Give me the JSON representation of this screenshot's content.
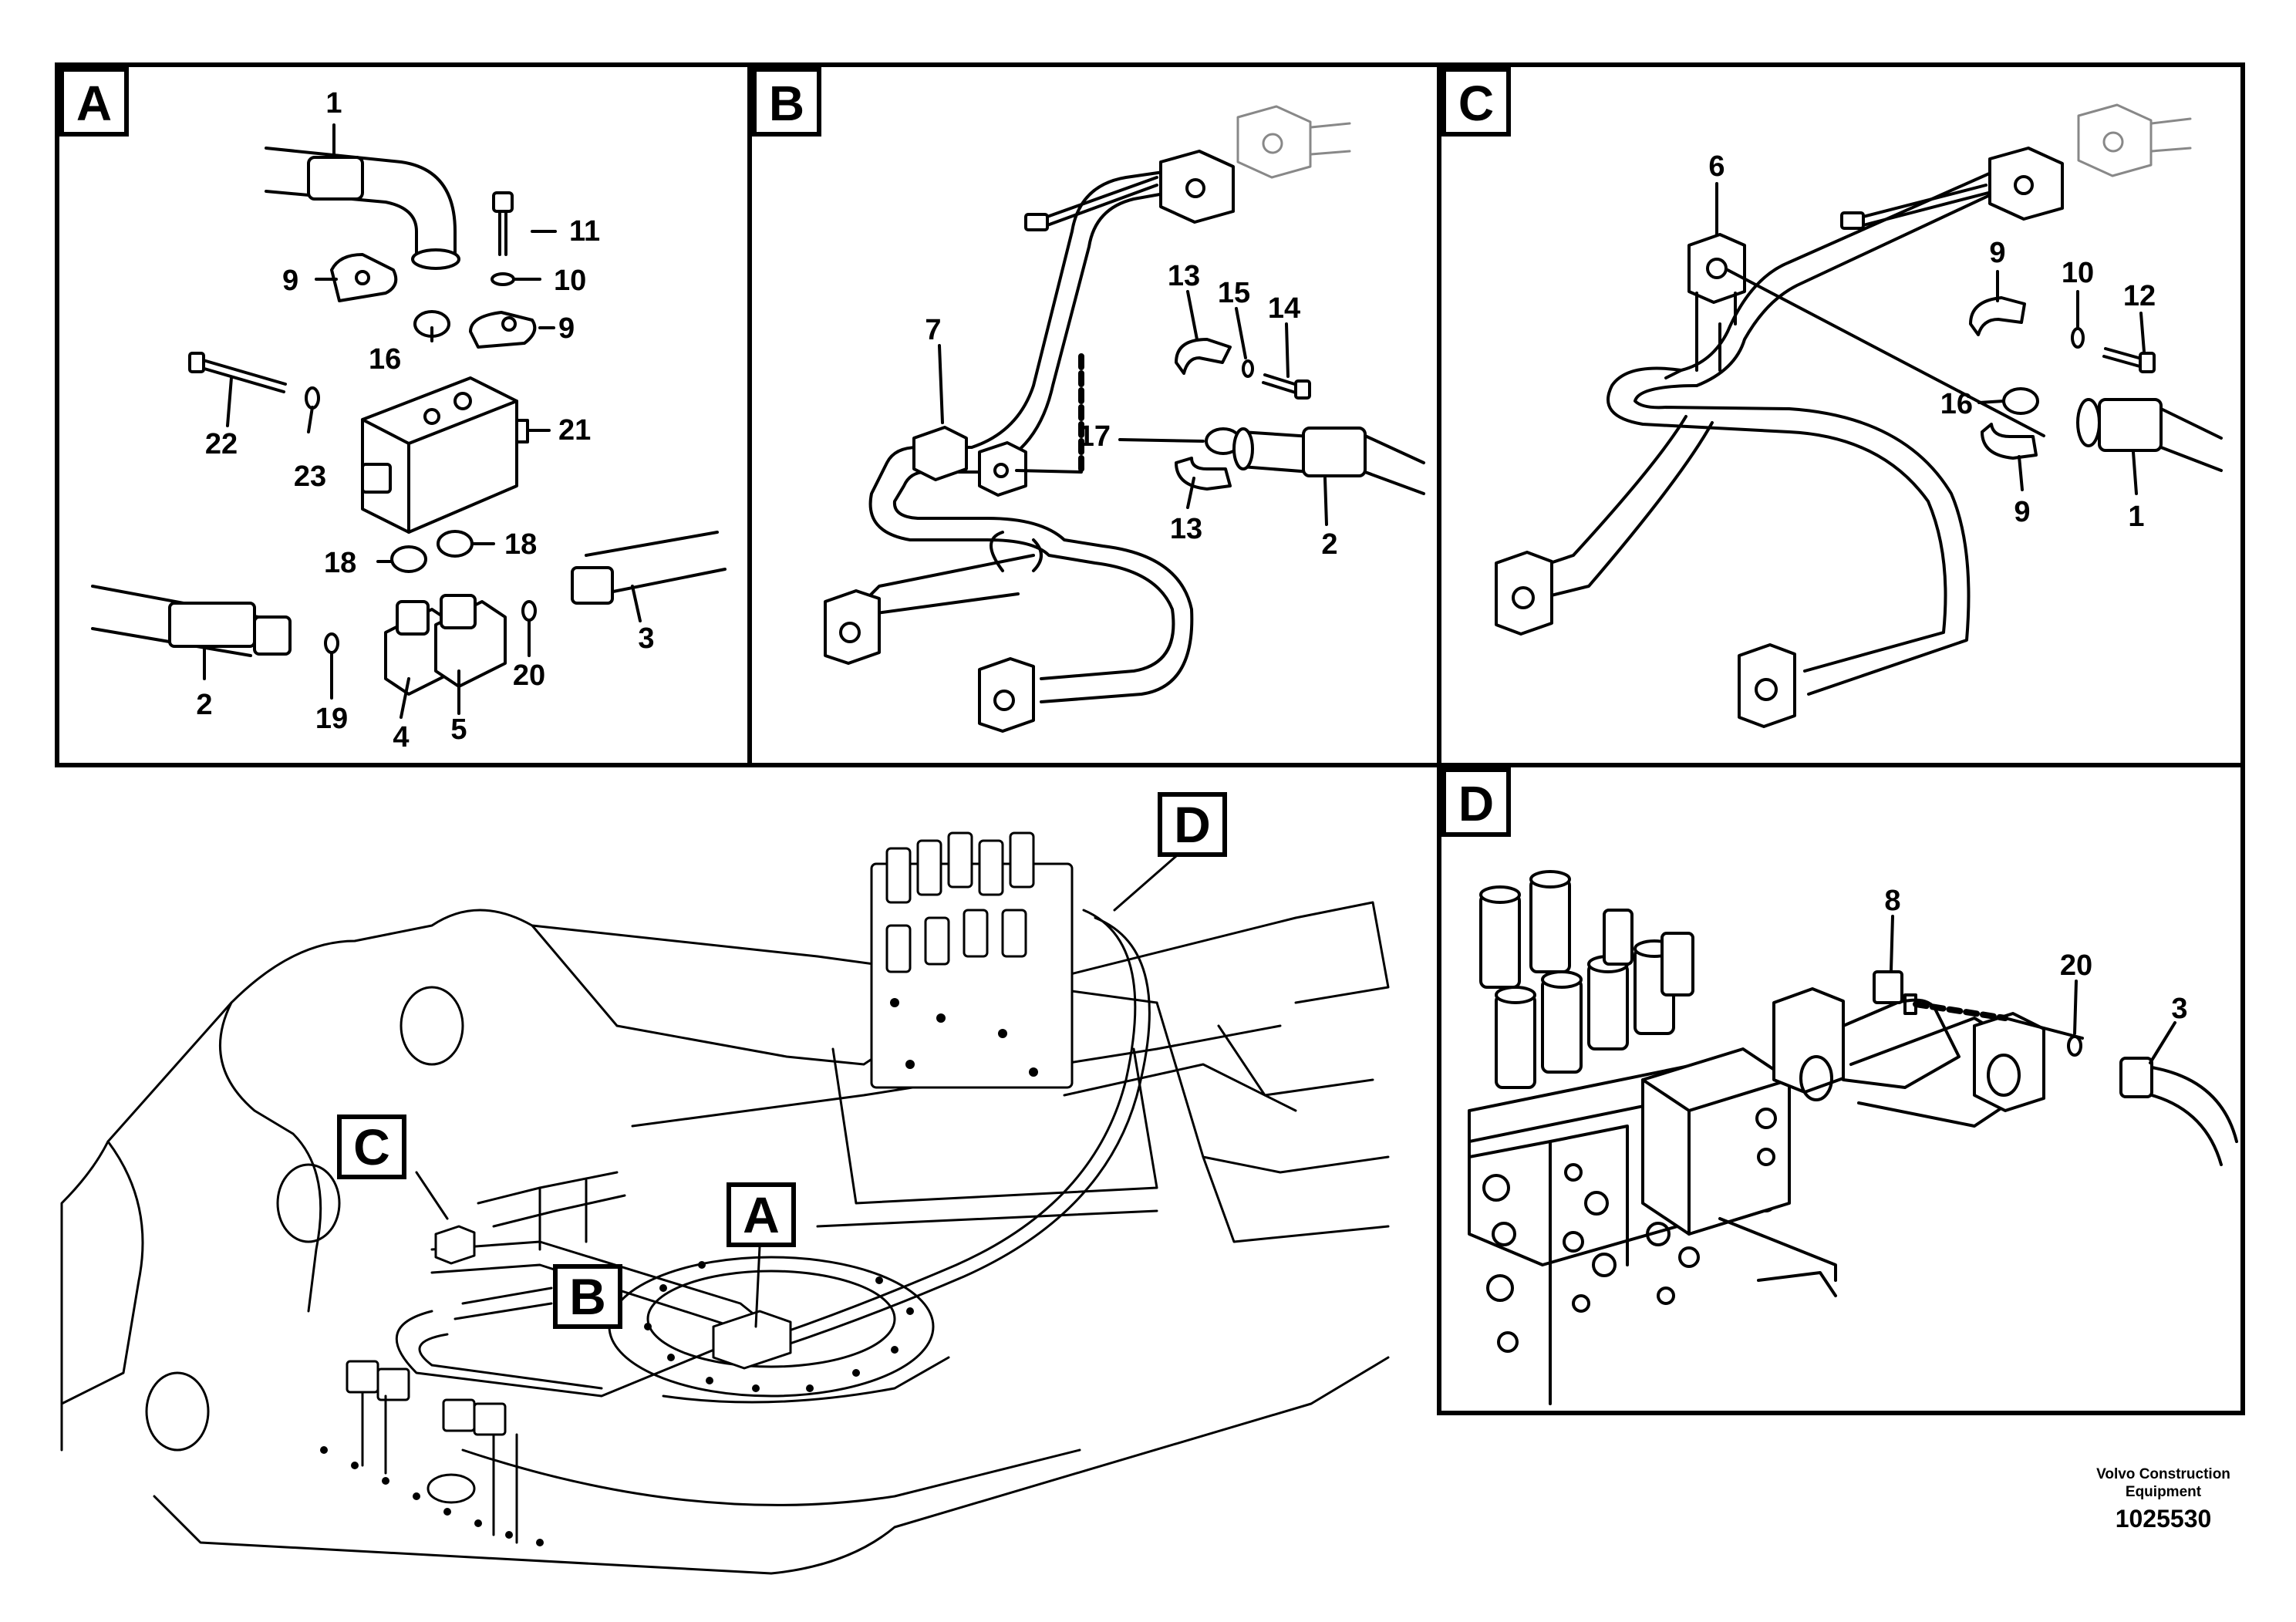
{
  "panels": [
    {
      "id": "A",
      "label": "A"
    },
    {
      "id": "B",
      "label": "B"
    },
    {
      "id": "C",
      "label": "C"
    },
    {
      "id": "D",
      "label": "D"
    }
  ],
  "overview_tags": {
    "A": "A",
    "B": "B",
    "C": "C",
    "D": "D"
  },
  "callouts": {
    "A": [
      "1",
      "11",
      "10",
      "9",
      "9",
      "16",
      "22",
      "23",
      "21",
      "18",
      "18",
      "2",
      "19",
      "4",
      "5",
      "20",
      "3"
    ],
    "B": [
      "7",
      "13",
      "15",
      "14",
      "17",
      "13",
      "2"
    ],
    "C": [
      "6",
      "9",
      "10",
      "12",
      "16",
      "9",
      "1"
    ],
    "D": [
      "8",
      "20",
      "3"
    ]
  },
  "footer": {
    "brand_line1": "Volvo Construction",
    "brand_line2": "Equipment",
    "drawing_number": "1025530"
  }
}
